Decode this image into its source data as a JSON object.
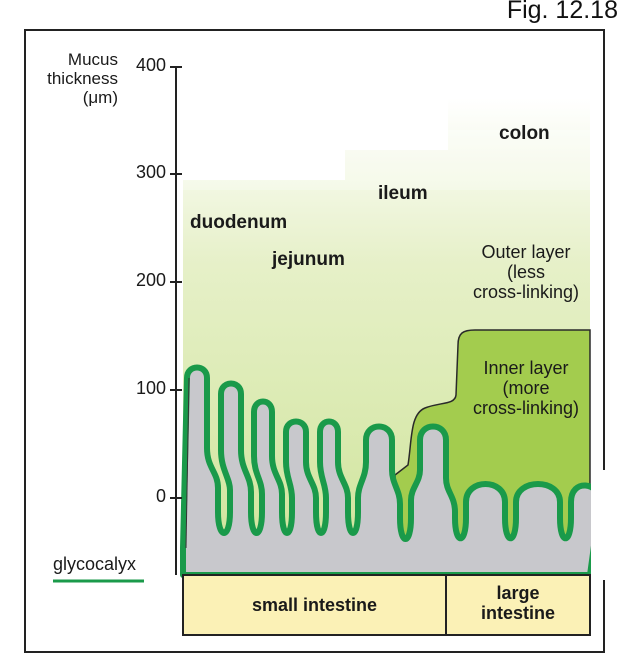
{
  "figure_label": "Fig. 12.18",
  "axis": {
    "title_line1": "Mucus",
    "title_line2": "thickness",
    "title_line3": "(μm)",
    "ticks": [
      "400",
      "300",
      "200",
      "100",
      "0"
    ]
  },
  "regions": {
    "duodenum": "duodenum",
    "jejunum": "jejunum",
    "ileum": "ileum",
    "colon": "colon"
  },
  "layers": {
    "outer_line1": "Outer layer",
    "outer_line2": "(less",
    "outer_line3": "cross-linking)",
    "inner_line1": "Inner layer",
    "inner_line2": "(more",
    "inner_line3": "cross-linking)"
  },
  "legend": {
    "glycocalyx": "glycocalyx",
    "glycocalyx_color": "#1a9a4a"
  },
  "segments": {
    "small_intestine": "small intestine",
    "large_intestine_line1": "large",
    "large_intestine_line2": "intestine"
  },
  "colors": {
    "outer_mucus": "#d6e8a6",
    "inner_mucus": "#a3cc4e",
    "tissue": "#c8c8cc",
    "label_box": "#fbf1b6"
  }
}
